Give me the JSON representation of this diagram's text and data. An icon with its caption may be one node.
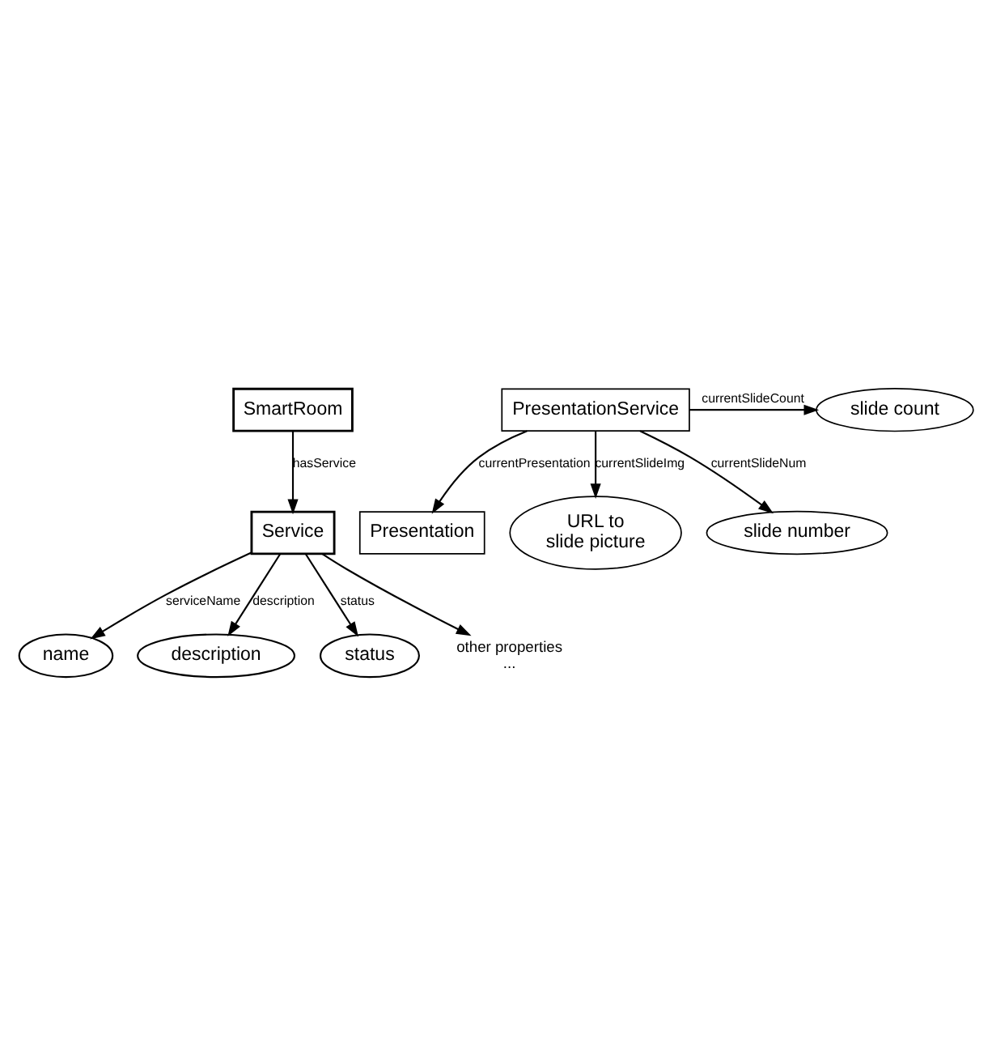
{
  "diagram": {
    "nodes": [
      {
        "text": [
          "SmartRoom"
        ]
      },
      {
        "text": [
          "Service"
        ]
      },
      {
        "text": [
          "name"
        ]
      },
      {
        "text": [
          "description"
        ]
      },
      {
        "text": [
          "status"
        ]
      },
      {
        "text": [
          "other properties",
          "..."
        ]
      },
      {
        "text": [
          "PresentationService"
        ]
      },
      {
        "text": [
          "slide count"
        ]
      },
      {
        "text": [
          "Presentation"
        ]
      },
      {
        "text": [
          "URL to slide picture"
        ]
      },
      {
        "text": [
          "slide number"
        ]
      }
    ],
    "edges": [
      {
        "from": 0,
        "to": 1,
        "arrow": "to",
        "label": "hasService"
      },
      {
        "from": 1,
        "to": 2,
        "arrow": "to",
        "label": "serviceName"
      },
      {
        "from": 1,
        "to": 3,
        "arrow": "to",
        "label": "description"
      },
      {
        "from": 1,
        "to": 4,
        "arrow": "to",
        "label": "status"
      },
      {
        "from": 1,
        "to": 5,
        "arrow": "to"
      },
      {
        "from": 6,
        "to": 7,
        "arrow": "to",
        "label": "currentSlideCount"
      },
      {
        "from": 6,
        "to": 8,
        "arrow": "to",
        "label": "currentPresentation"
      },
      {
        "from": 6,
        "to": 9,
        "arrow": "to",
        "label": "currentSlideImg"
      },
      {
        "from": 6,
        "to": 10,
        "arrow": "to",
        "label": "currentSlideNum"
      }
    ]
  }
}
